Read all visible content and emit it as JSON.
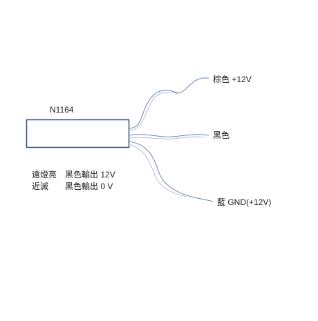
{
  "device": {
    "model": "N1164"
  },
  "wires": {
    "top": "棕色 +12V",
    "middle": "黑色",
    "bottom": "藍 GND(+12V)"
  },
  "notes": {
    "line1_left": "遠燈亮",
    "line1_right": "黑色輸出 12V",
    "line2_left": "近滅",
    "line2_right": "黑色輸出 0 V"
  },
  "colors": {
    "box_stroke": "#2f4e7a",
    "wire_color": "#6b86b3",
    "text": "#1a1a1a"
  }
}
